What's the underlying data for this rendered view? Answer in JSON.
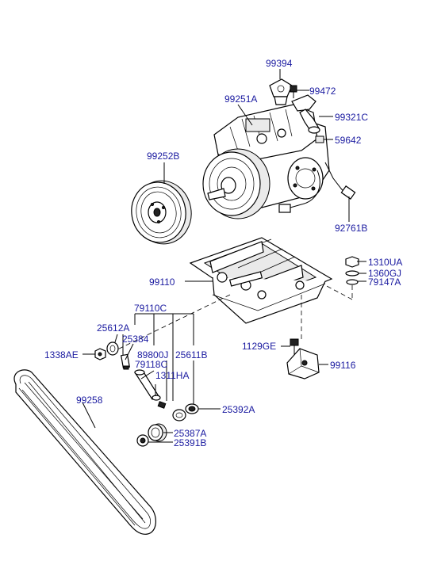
{
  "parts": [
    {
      "id": "p99394",
      "code": "99394"
    },
    {
      "id": "p99472",
      "code": "99472"
    },
    {
      "id": "p99251A",
      "code": "99251A"
    },
    {
      "id": "p99321C",
      "code": "99321C"
    },
    {
      "id": "p59642",
      "code": "59642"
    },
    {
      "id": "p99252B",
      "code": "99252B"
    },
    {
      "id": "p92761B",
      "code": "92761B"
    },
    {
      "id": "p1310UA",
      "code": "1310UA"
    },
    {
      "id": "p1360GJ",
      "code": "1360GJ"
    },
    {
      "id": "p79147A",
      "code": "79147A"
    },
    {
      "id": "p99110",
      "code": "99110"
    },
    {
      "id": "p79110C",
      "code": "79110C"
    },
    {
      "id": "p25612A",
      "code": "25612A"
    },
    {
      "id": "p25384",
      "code": "25384"
    },
    {
      "id": "p1129GE",
      "code": "1129GE"
    },
    {
      "id": "p1338AE",
      "code": "1338AE"
    },
    {
      "id": "p89800J",
      "code": "89800J"
    },
    {
      "id": "p25611B",
      "code": "25611B"
    },
    {
      "id": "p79118C",
      "code": "79118C"
    },
    {
      "id": "p99116",
      "code": "99116"
    },
    {
      "id": "p1311HA",
      "code": "1311HA"
    },
    {
      "id": "p99258",
      "code": "99258"
    },
    {
      "id": "p25392A",
      "code": "25392A"
    },
    {
      "id": "p25387A",
      "code": "25387A"
    },
    {
      "id": "p25391B",
      "code": "25391B"
    }
  ],
  "colors": {
    "label": "#1a1aa0",
    "line": "#000000",
    "background": "#ffffff"
  }
}
